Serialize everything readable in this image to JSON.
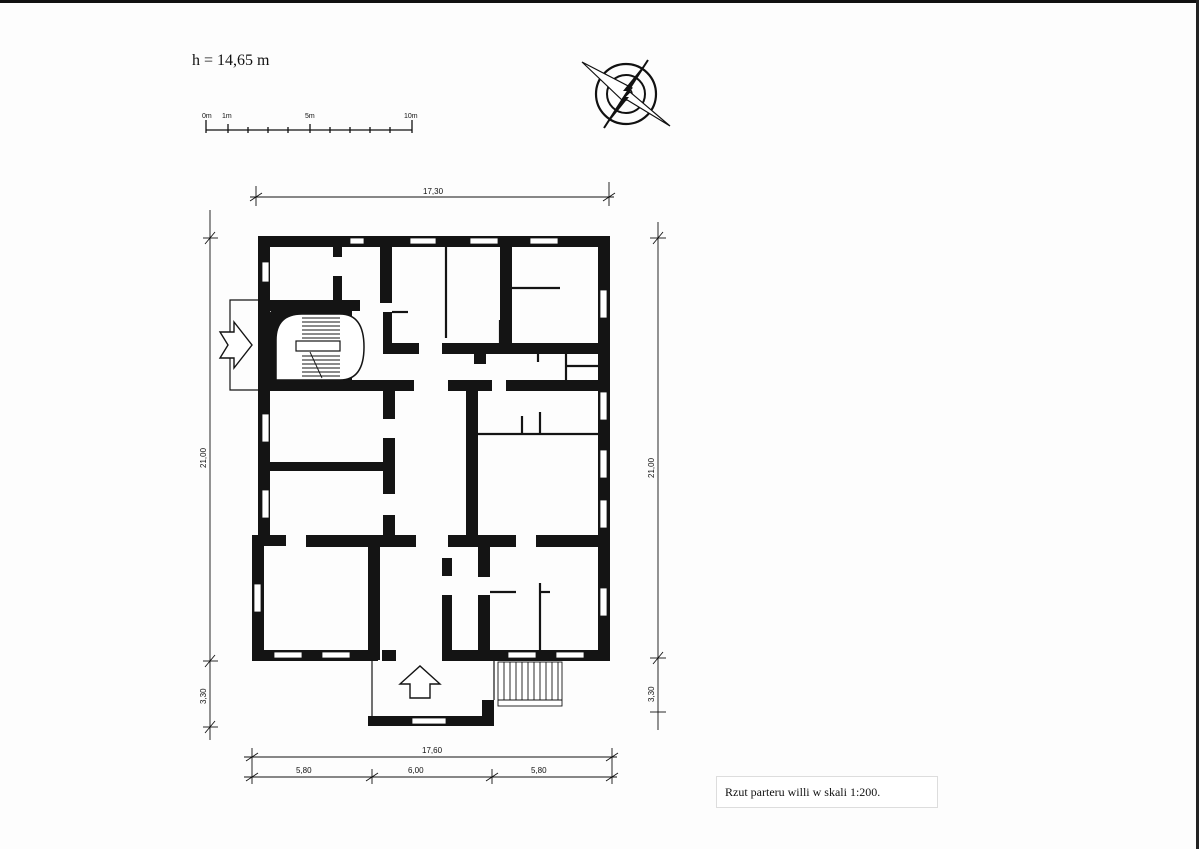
{
  "height_label": "h = 14,65 m",
  "scale_bar": {
    "ticks": [
      "0m",
      "1m",
      "5m",
      "10m"
    ]
  },
  "dimensions": {
    "top_width": "17,30",
    "left_height": "21,00",
    "right_height": "21,00",
    "left_porch_height": "3,30",
    "right_porch_height": "3,30",
    "bottom_width": "17,60",
    "bottom_segments": [
      "5,80",
      "6,00",
      "5,80"
    ]
  },
  "caption": "Rzut parteru willi w skali 1:200.",
  "icons": {
    "compass": "compass-rose-icon",
    "side_entrance": "entrance-arrow-icon",
    "main_entrance": "entrance-arrow-icon"
  },
  "colors": {
    "wall": "#141414",
    "line": "#111111"
  }
}
